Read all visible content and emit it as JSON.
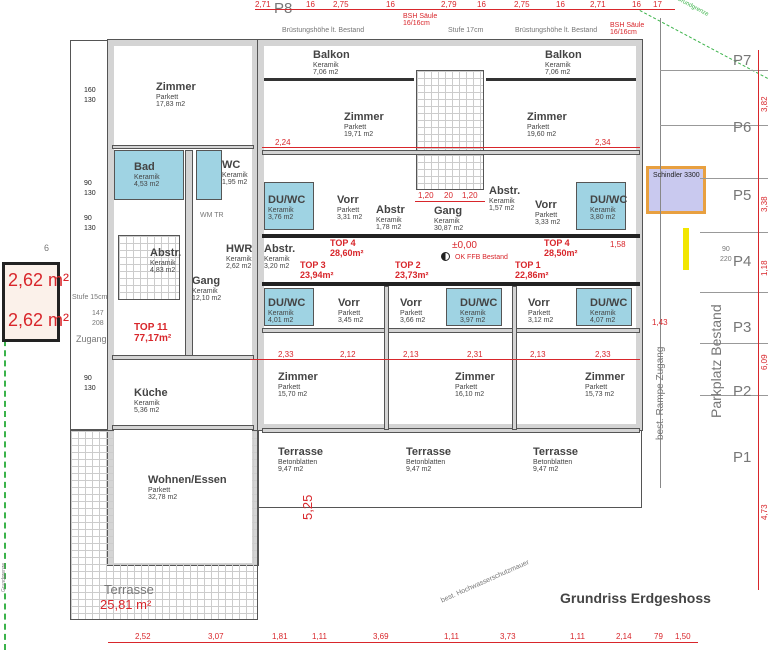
{
  "title": "Grundriss Erdgeshoss",
  "colors": {
    "dimension": "#d8262b",
    "wet_room": "#9fd3e3",
    "wall": "#d4d4d4",
    "boundary": "#3bb34a"
  },
  "rooms": [
    {
      "name": "Zimmer",
      "floor": "Parkett",
      "area": "17,83 m2"
    },
    {
      "name": "Bad",
      "floor": "Keramik",
      "area": "4,53 m2"
    },
    {
      "name": "WC",
      "floor": "Keramik",
      "area": "1,95 m2"
    },
    {
      "name": "Abstr.",
      "floor": "Keramik",
      "area": "4,83 m2"
    },
    {
      "name": "HWR",
      "floor": "Keramik",
      "area": "2,62 m2"
    },
    {
      "name": "Gang",
      "floor": "Keramik",
      "area": "12,10 m2"
    },
    {
      "name": "Küche",
      "floor": "Keramik",
      "area": "5,36 m2"
    },
    {
      "name": "Wohnen/Essen",
      "floor": "Parkett",
      "area": "32,78 m2"
    },
    {
      "name": "Balkon",
      "floor": "Keramik",
      "area": "7,06 m2"
    },
    {
      "name": "Balkon",
      "floor": "Keramik",
      "area": "7,06 m2"
    },
    {
      "name": "Zimmer",
      "floor": "Parkett",
      "area": "19,71 m2"
    },
    {
      "name": "Zimmer",
      "floor": "Parkett",
      "area": "19,60 m2"
    },
    {
      "name": "DU/WC",
      "floor": "Keramik",
      "area": "3,76 m2"
    },
    {
      "name": "Vorr",
      "floor": "Parkett",
      "area": "3,31 m2"
    },
    {
      "name": "Abstr",
      "floor": "Keramik",
      "area": "1,78 m2"
    },
    {
      "name": "Gang",
      "floor": "Keramik",
      "area": "30,87 m2"
    },
    {
      "name": "Abstr.",
      "floor": "Keramik",
      "area": "1,57 m2"
    },
    {
      "name": "Vorr",
      "floor": "Parkett",
      "area": "3,33 m2"
    },
    {
      "name": "DU/WC",
      "floor": "Keramik",
      "area": "3,80 m2"
    },
    {
      "name": "Abstr.",
      "floor": "Keramik",
      "area": "3,20 m2"
    },
    {
      "name": "DU/WC",
      "floor": "Keramik",
      "area": "4,01 m2"
    },
    {
      "name": "Vorr",
      "floor": "Parkett",
      "area": "3,45 m2"
    },
    {
      "name": "Vorr",
      "floor": "Parkett",
      "area": "3,66 m2"
    },
    {
      "name": "DU/WC",
      "floor": "Keramik",
      "area": "3,97 m2"
    },
    {
      "name": "Vorr",
      "floor": "Parkett",
      "area": "3,12 m2"
    },
    {
      "name": "DU/WC",
      "floor": "Keramik",
      "area": "4,07 m2"
    },
    {
      "name": "Zimmer",
      "floor": "Parkett",
      "area": "15,70 m2"
    },
    {
      "name": "Zimmer",
      "floor": "Parkett",
      "area": "16,10 m2"
    },
    {
      "name": "Zimmer",
      "floor": "Parkett",
      "area": "15,73 m2"
    },
    {
      "name": "Terrasse",
      "floor": "Betonblatten",
      "area": "9,47 m2"
    },
    {
      "name": "Terrasse",
      "floor": "Betonblatten",
      "area": "9,47 m2"
    },
    {
      "name": "Terrasse",
      "floor": "Betonblatten",
      "area": "9,47 m2"
    }
  ],
  "units": [
    {
      "name": "TOP 11",
      "area": "77,17m²"
    },
    {
      "name": "TOP 4",
      "area": "28,60m²"
    },
    {
      "name": "TOP 3",
      "area": "23,94m²"
    },
    {
      "name": "TOP 2",
      "area": "23,73m²"
    },
    {
      "name": "TOP 1",
      "area": "22,86m²"
    },
    {
      "name": "TOP 4",
      "area": "28,50m²"
    }
  ],
  "big_areas": [
    {
      "area": "2,62 m²"
    },
    {
      "area": "2,62 m²"
    },
    {
      "name": "Terrasse",
      "area": "25,81 m²"
    }
  ],
  "level": {
    "value": "±0,00",
    "label": "OK FFB Bestand"
  },
  "parking": {
    "spots": [
      "P8",
      "P7",
      "P6",
      "P5",
      "P4",
      "P3",
      "P2",
      "P1"
    ],
    "label": "Parkplatz Bestand",
    "dims": [
      "3,82",
      "3,38",
      "1,18",
      "6,09",
      "4,73"
    ]
  },
  "notes": {
    "brh1": "Brüstungshöhe lt. Bestand",
    "brh2": "Brüstungshöhe lt. Bestand",
    "bsh1": "BSH Säule 16/16cm",
    "bsh2": "BSH Säule 16/16cm",
    "stufe17": "Stufe 17cm",
    "stufe15": "Stufe 15cm",
    "zugang": "Zugang",
    "rampe": "best. Rampe Zugang",
    "mauer": "best. Hochwasserschutzmauer",
    "grenze1": "Grundgrenze",
    "grenze2": "Grundgrenze",
    "lift": "Schindler 3300",
    "wm": "WM TR",
    "door_147": "147",
    "door_208": "208",
    "door_90": "90",
    "door_220": "220",
    "axis": "6",
    "height": "5,25"
  },
  "dims_top": [
    "2,71",
    "16",
    "2,75",
    "16",
    "2,79",
    "16",
    "2,75",
    "16",
    "2,71",
    "16",
    "17"
  ],
  "dims_bottom": [
    "2,52",
    "3,07",
    "1,81",
    "1,11",
    "3,69",
    "1,11",
    "3,73",
    "1,11",
    "2,14",
    "79",
    "1,50"
  ],
  "dims_mid": [
    "2,24",
    "2,34",
    "1,20",
    "20",
    "1,20",
    "1,58",
    "2,33",
    "2,12",
    "2,13",
    "2,31",
    "2,13",
    "2,33",
    "1,43"
  ],
  "window_marks": [
    "160",
    "130",
    "90",
    "130",
    "90",
    "130",
    "90",
    "130"
  ]
}
